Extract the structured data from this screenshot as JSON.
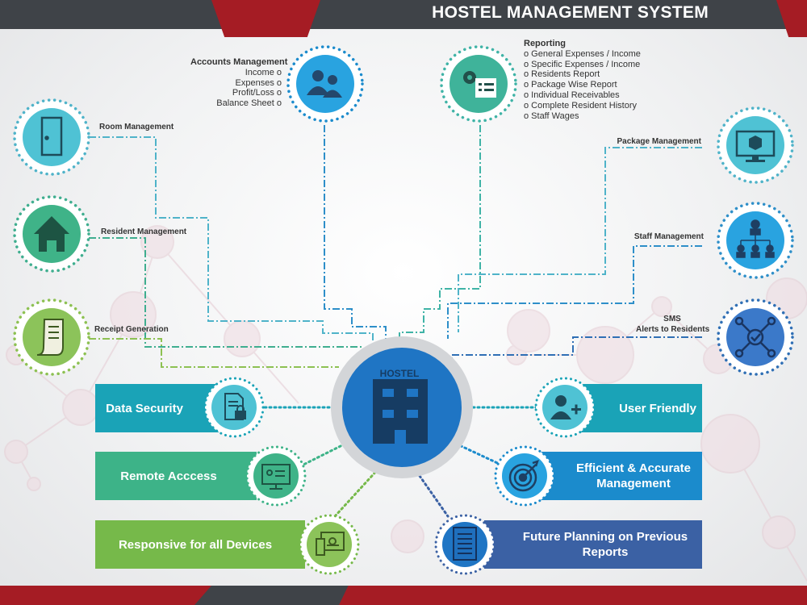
{
  "title": "HOSTEL MANAGEMENT SYSTEM",
  "hub": {
    "label": "HOSTEL"
  },
  "accounts": {
    "heading": "Accounts Management",
    "items": [
      "Income o",
      "Expenses o",
      "Profit/Loss o",
      "Balance Sheet o"
    ]
  },
  "reporting": {
    "heading": "Reporting",
    "items": [
      "o  General Expenses / Income",
      "o  Specific Expenses / Income",
      "o  Residents Report",
      "o  Package Wise Report",
      "o  Individual Receivables",
      "o  Complete Resident History",
      "o  Staff Wages"
    ]
  },
  "left_modules": [
    "Room Management",
    "Resident Management",
    "Receipt Generation"
  ],
  "right_modules": [
    "Package Management",
    "Staff Management",
    "SMS",
    "Alerts to Residents"
  ],
  "features_left": [
    "Data Security",
    "Remote Acccess",
    "Responsive for all Devices"
  ],
  "features_right": [
    "User Friendly",
    "Efficient & Accurate",
    "Management",
    "Future Planning on Previous",
    "Reports"
  ],
  "icons": [
    "accounts-icon",
    "reporting-icon",
    "room-door-icon",
    "resident-house-icon",
    "receipt-icon",
    "package-monitor-icon",
    "staff-hierarchy-icon",
    "sms-network-icon",
    "hostel-building-icon",
    "data-security-icon",
    "remote-access-icon",
    "responsive-devices-icon",
    "user-friendly-icon",
    "target-icon",
    "future-planning-icon"
  ],
  "colors": {
    "header": "#3f4348",
    "accent_red": "#a51c24",
    "teal": "#1aa3b7",
    "green": "#3db388",
    "light_green": "#76b94a",
    "blue": "#1f75c4",
    "dark_blue": "#3b61a4",
    "sky": "#1b8bcc"
  }
}
